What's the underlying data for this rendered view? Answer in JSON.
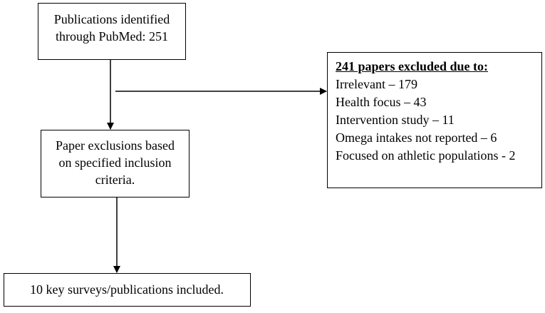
{
  "flowchart": {
    "identified": {
      "line1": "Publications identified",
      "line2": "through PubMed: 251"
    },
    "exclusions": {
      "line1": "Paper exclusions based",
      "line2": "on specified inclusion",
      "line3": "criteria."
    },
    "included": {
      "text": "10 key surveys/publications included."
    },
    "excluded": {
      "heading": "241 papers excluded due to:",
      "reasons": [
        "Irrelevant – 179",
        "Health focus – 43",
        "Intervention study – 11",
        "Omega intakes not reported – 6",
        "Focused on athletic populations - 2"
      ]
    }
  },
  "colors": {
    "line": "#000000",
    "box_border": "#000000",
    "background": "#ffffff"
  }
}
